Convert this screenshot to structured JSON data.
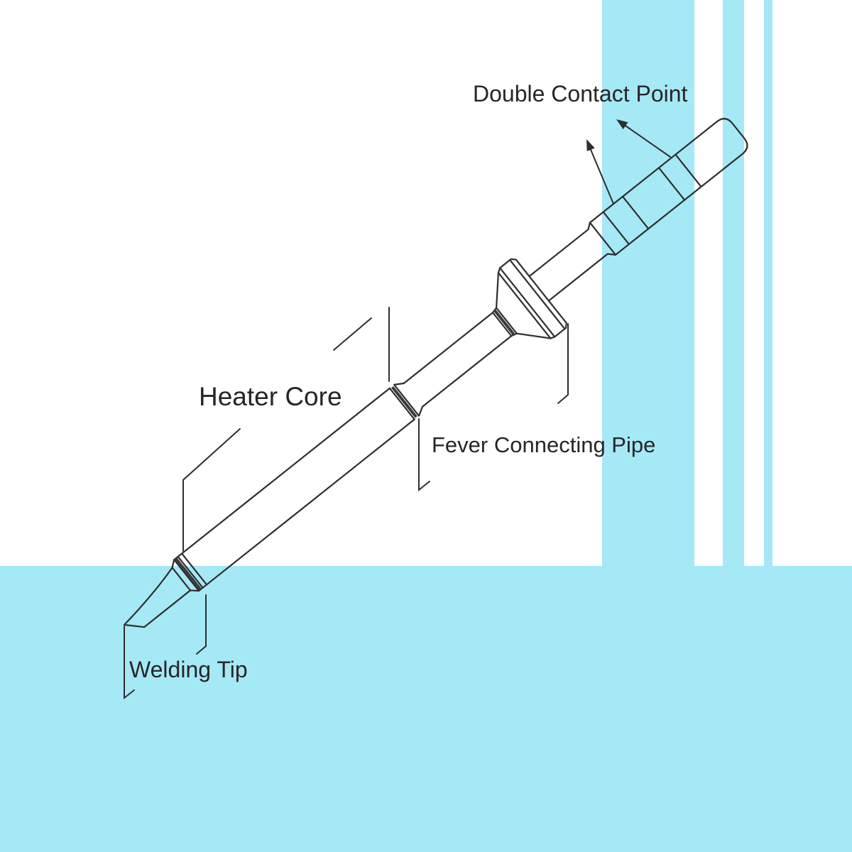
{
  "labels": {
    "double_contact_point": "Double Contact Point",
    "heater_core": "Heater Core",
    "fever_connecting_pipe": "Fever Connecting Pipe",
    "welding_tip": "Welding Tip"
  },
  "colors": {
    "background": "#ffffff",
    "accent_blue": "#a6e9f6",
    "line": "#2e2e2e",
    "text": "#262626"
  }
}
